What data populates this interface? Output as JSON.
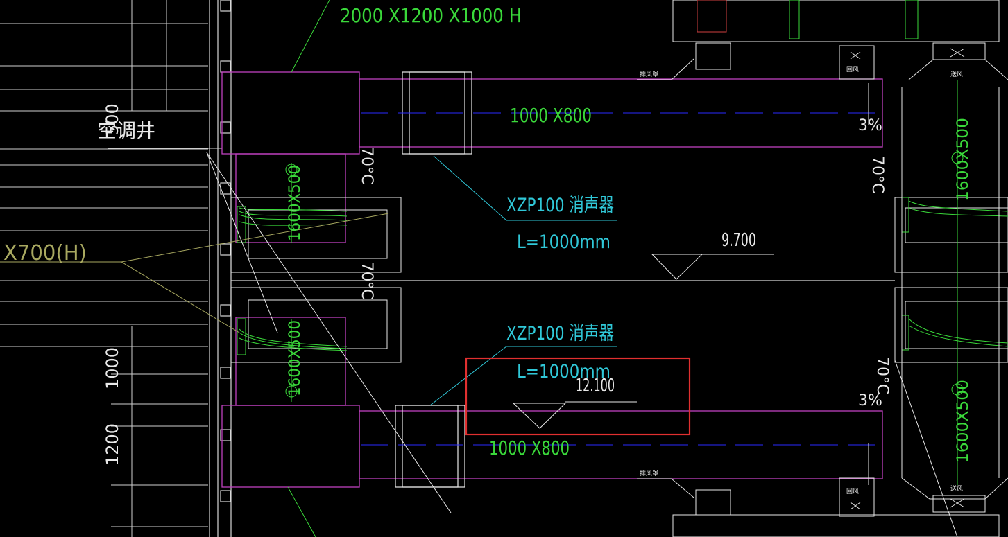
{
  "labels": {
    "top_box_dim": "2000 X1200 X1000 H",
    "shaft": "空调井",
    "shaft_dim": "500",
    "left_duct": "X700(H)",
    "duct_top": "1000 X800",
    "duct_bottom": "1000 X800",
    "silencer_top_name": "XZP100 消声器",
    "silencer_top_len": "L=1000mm",
    "silencer_bottom_name": "XZP100 消声器",
    "silencer_bottom_len": "L=1000mm",
    "elev_mid": "9.700",
    "elev_box": "12.100",
    "slope_top": "3%",
    "slope_bottom": "3%",
    "vert_70_a": "70°C",
    "vert_70_b": "70°C",
    "vert_70_c": "70°C",
    "vert_70_d": "70°C",
    "vert_160_a": "1600X500",
    "vert_160_b": "1600X500",
    "vert_160_c": "1600X500",
    "vert_160_d": "1600X500",
    "dim_1000": "1000",
    "dim_1200": "1200",
    "small_top_1": "排风罩",
    "small_top_2": "回风",
    "small_top_3": "送风",
    "small_bot_1": "排风罩",
    "small_bot_2": "回风",
    "small_bot_3": "送风"
  },
  "colors": {
    "magenta": "#c040c0",
    "green": "#3ad83a",
    "cyan": "#30c8d8",
    "white": "#e8e8e8",
    "red": "#e03030",
    "blue": "#2a2aff",
    "olive": "#a8a860"
  }
}
